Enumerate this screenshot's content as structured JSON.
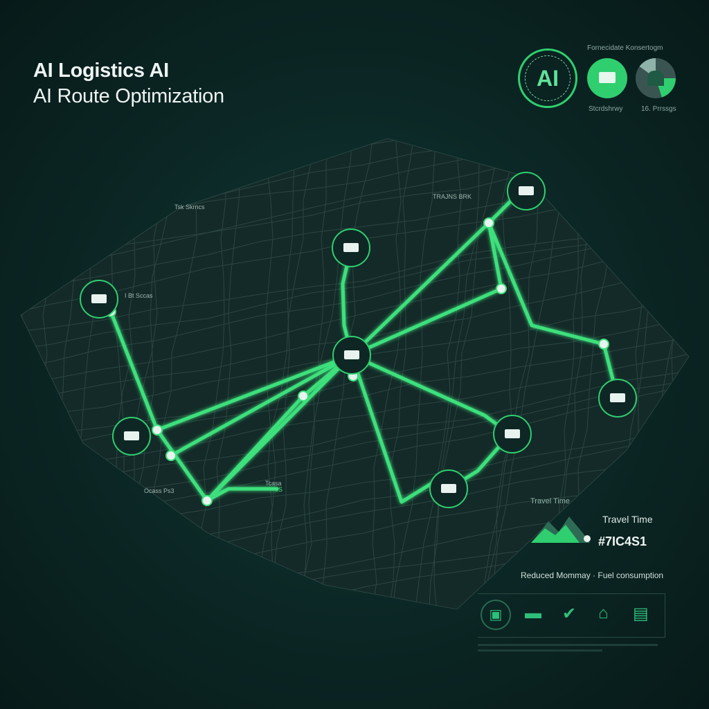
{
  "header": {
    "title_line1": "AI Logistics AI",
    "title_line2": "AI Route Optimization"
  },
  "badges": {
    "caption_top": "Fornecidate Konsertogm",
    "ai_label": "AI",
    "left_caption": "Stcrdshrwy",
    "right_caption": "16. Prrssgs"
  },
  "map": {
    "labels": [
      "Tsk Skrncs",
      "I Bt Sccas",
      "TRAJNS BRK",
      "Ocass Ps3",
      "Tcasa",
      "0S"
    ],
    "node_icon": "truck-icon"
  },
  "metrics": {
    "chart_label": "Travel Time",
    "title": "Travel Time",
    "value": "#7IC4S1",
    "benefits": "Reduced Mommay  ·  Fuel consumption"
  },
  "panel": {
    "icons": [
      "warehouse-icon",
      "truck-icon",
      "check-icon",
      "depot-icon",
      "forklift-icon"
    ]
  },
  "colors": {
    "accent": "#2fcf6f",
    "route": "#3ee07c",
    "background": "#0b2624"
  }
}
